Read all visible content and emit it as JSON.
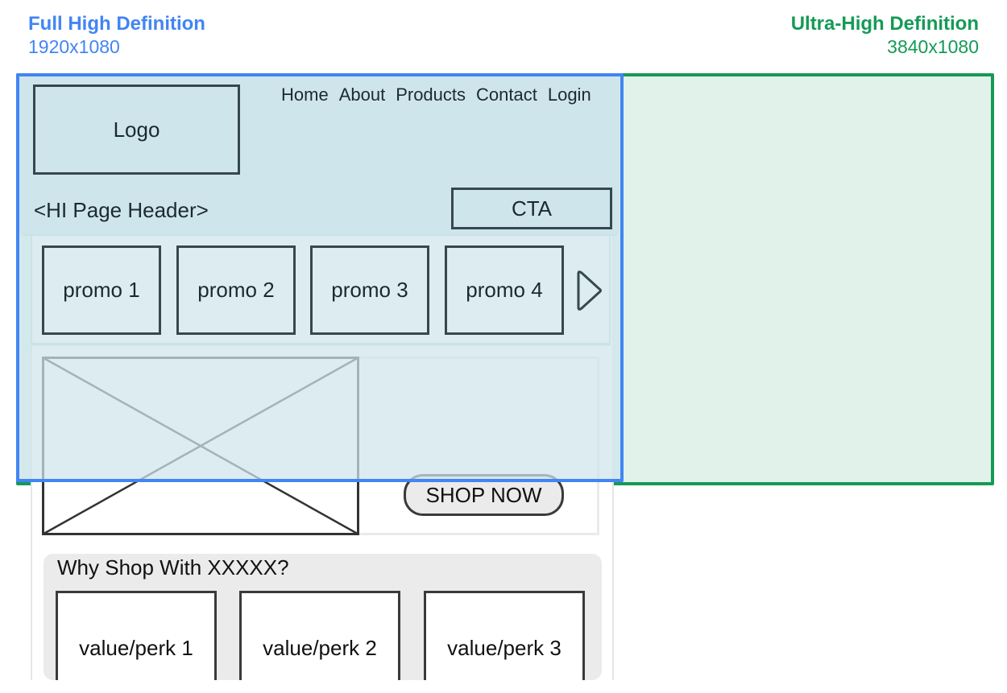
{
  "labels": {
    "fhd": {
      "title": "Full High Definition",
      "resolution": "1920x1080",
      "color": "#4285f4"
    },
    "uhd": {
      "title": "Ultra-High Definition",
      "resolution": "3840x1080",
      "color": "#159a57"
    }
  },
  "wireframe": {
    "logo": "Logo",
    "nav": [
      "Home",
      "About",
      "Products",
      "Contact",
      "Login"
    ],
    "page_header": "<HI Page Header>",
    "cta": "CTA",
    "promos": [
      "promo 1",
      "promo 2",
      "promo 3",
      "promo 4"
    ],
    "next_icon": "chevron-right-icon",
    "hero_image_icon": "image-placeholder-icon",
    "shop_now": "SHOP NOW",
    "why_title": "Why Shop With XXXXX?",
    "perks": [
      "value/perk 1",
      "value/perk 2",
      "value/perk 3"
    ]
  }
}
